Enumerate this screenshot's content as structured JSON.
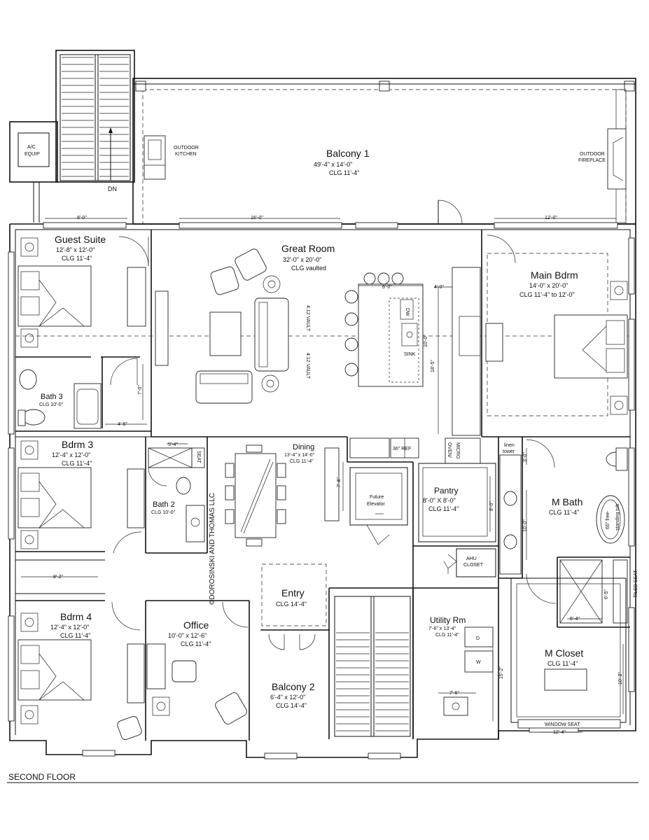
{
  "rooms": {
    "balcony1": {
      "name": "Balcony 1",
      "size": "49'-4\" x 14'-0\"",
      "clg": "CLG 11'-4\""
    },
    "great_room": {
      "name": "Great Room",
      "size": "32'-0\" x 20'-0\"",
      "clg": "CLG vaulted"
    },
    "guest_suite": {
      "name": "Guest Suite",
      "size": "12'-8\" x 12'-0\"",
      "clg": "CLG 11'-4\""
    },
    "main_bdrm": {
      "name": "Main Bdrm",
      "size": "14'-0\" x 20'-0\"",
      "clg": "CLG 11'-4\" to 12'-0\""
    },
    "bath3": {
      "name": "Bath 3",
      "clg": "CLG 10'-0\""
    },
    "bdrm3": {
      "name": "Bdrm 3",
      "size": "12'-4\" x 12'-0\"",
      "clg": "CLG 11'-4\""
    },
    "bath2": {
      "name": "Bath 2",
      "clg": "CLG 10'-0\""
    },
    "dining": {
      "name": "Dining",
      "size": "13'-4\" x 14'-0\"",
      "clg": "CLG 11'-4\""
    },
    "pantry": {
      "name": "Pantry",
      "size": "8'-0\" X 8'-0\"",
      "clg": "CLG 11'-4\""
    },
    "m_bath": {
      "name": "M Bath",
      "clg": "CLG 11'-4\""
    },
    "entry": {
      "name": "Entry",
      "clg": "CLG 14'-4\""
    },
    "utility": {
      "name": "Utility Rm",
      "size": "7'-6\" x 13'-4\"",
      "clg": "CLG 11'-4\""
    },
    "bdrm4": {
      "name": "Bdrm 4",
      "size": "12'-4\" x 12'-0\"",
      "clg": "CLG 11'-4\""
    },
    "office": {
      "name": "Office",
      "size": "10'-0\" x 12'-6\"",
      "clg": "CLG 11'-4\""
    },
    "m_closet": {
      "name": "M Closet",
      "clg": "CLG 11'-4\""
    },
    "balcony2": {
      "name": "Balcony 2",
      "size": "6'-4\" x 12'-0\"",
      "clg": "CLG 14'-4\""
    }
  },
  "labels": {
    "ac_equip_1": "A/C",
    "ac_equip_2": "EQUIP",
    "dn": "DN",
    "outdoor_kitchen_1": "OUTDOOR",
    "outdoor_kitchen_2": "KITCHEN",
    "outdoor_fireplace_1": "OUTDOOR",
    "outdoor_fireplace_2": "FIREPLACE",
    "vault1": "4:12 VAULT",
    "vault2": "4:12 VAULT",
    "dw": "DW",
    "sink": "SINK",
    "ref": "36\" REF",
    "oven_1": "OVEN/",
    "oven_2": "MICRO",
    "linen_1": "linen",
    "linen_2": "tower",
    "seat": "SEAT",
    "future_elevator_1": "Future",
    "future_elevator_2": "Elevator",
    "ahu_1": "AHU",
    "ahu_2": "CLOSET",
    "tub_1": "65\" free-",
    "tub_2": "standing tub",
    "tiled_seat": "TILED SEAT",
    "window_seat": "WINDOW SEAT",
    "copyright": "©DOROSINSKI AND THOMAS LLC",
    "floor_title": "SECOND FLOOR",
    "washer": "W",
    "dryer": "D"
  },
  "dimensions": {
    "d_8_0": "8'-0\"",
    "d_16_0": "16'-0\"",
    "d_12_0": "12'-0\"",
    "d_6_0": "6'-0\"",
    "d_4_0": "4'-0\"",
    "d_10_0_island": "10'-0\"",
    "d_18_5": "18'-5\"",
    "d_7_0": "7'-0\"",
    "d_4_6": "4'-6\"",
    "d_5_4": "5'-4\"",
    "d_7_8": "7'-8\"",
    "d_8_0_pantry": "8'-0\"",
    "d_3_0": "3'-0\"",
    "d_10_0_bath": "10'-0\"",
    "d_6_5": "6'-5\"",
    "d_6_4": "6'-4\"",
    "d_8_2": "8'-2\"",
    "d_15_2": "15'-2\"",
    "d_7_6": "7'-6\"",
    "d_10_3": "10'-3\"",
    "d_12_4": "12'-4\""
  }
}
